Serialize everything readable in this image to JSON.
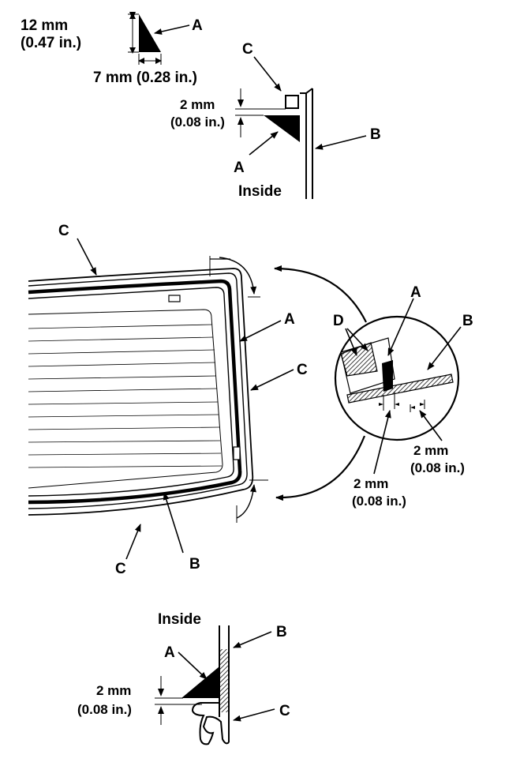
{
  "labels": {
    "a": "A",
    "b": "B",
    "c": "C",
    "d": "D",
    "inside": "Inside"
  },
  "dimensions": {
    "bead_height_mm": "12 mm",
    "bead_height_in": "(0.47 in.)",
    "bead_width": "7 mm (0.28 in.)",
    "gap_mm": "2 mm",
    "gap_in": "(0.08 in.)"
  },
  "colors": {
    "ink": "#000000",
    "paper": "#ffffff"
  }
}
